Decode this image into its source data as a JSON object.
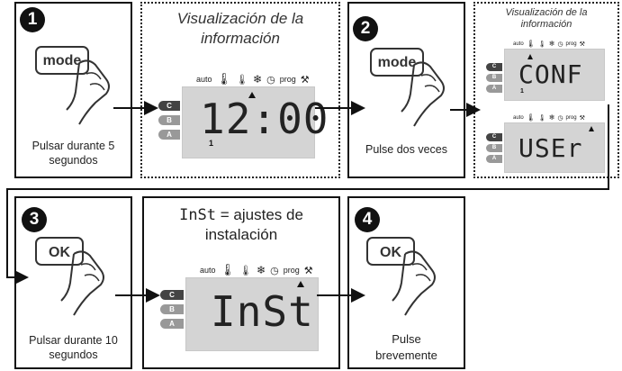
{
  "steps": [
    {
      "number": "1",
      "button": "mode",
      "caption": "Pulsar durante 5 segundos"
    },
    {
      "number": "2",
      "button": "mode",
      "caption": "Pulse dos veces"
    },
    {
      "number": "3",
      "button": "OK",
      "caption": "Pulsar durante 10 segundos"
    },
    {
      "number": "4",
      "button": "OK",
      "caption": "Pulse brevemente"
    }
  ],
  "panels": {
    "visualization_title": "Visualización de la información",
    "visualization_title_small": "Visualización de la información",
    "inst_title_code": "InSt",
    "inst_title_text": "= ajustes de instalación"
  },
  "display": {
    "icons": {
      "auto": "auto",
      "prog": "prog",
      "thermo_icon": "thermometer-icon",
      "frost_icon": "snowflake-icon",
      "clock_icon": "clock-icon",
      "wrench_icon": "wrench-icon"
    },
    "modes": [
      "C",
      "B",
      "A"
    ],
    "main_time": "12:00",
    "conf": "CONF",
    "user": "USEr",
    "inst": "InSt",
    "day": "1"
  }
}
